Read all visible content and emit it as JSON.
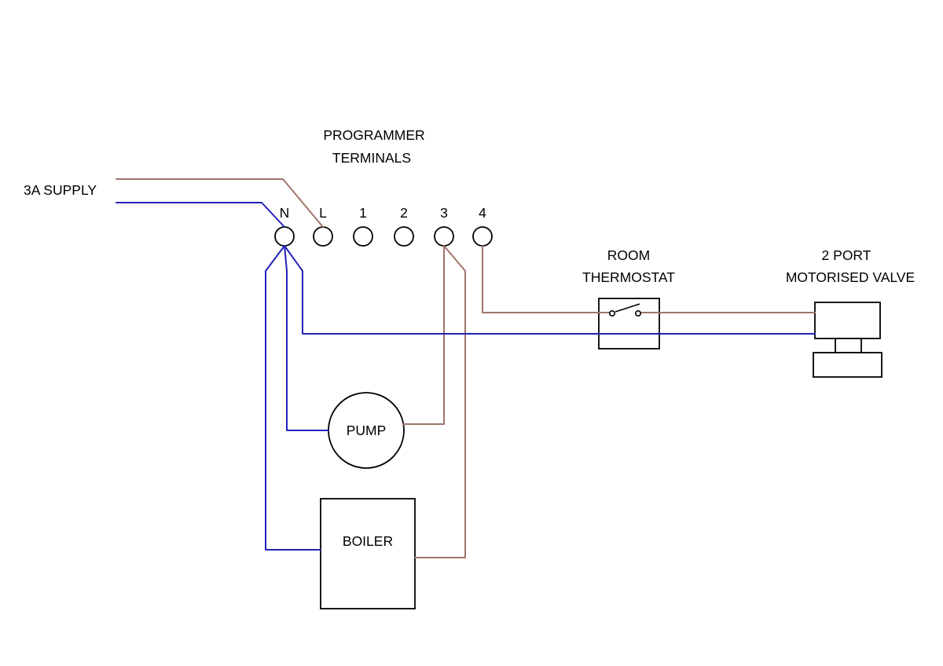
{
  "diagram": {
    "title_line1": "PROGRAMMER",
    "title_line2": "TERMINALS",
    "supply_label": "3A SUPPLY",
    "terminals": [
      "N",
      "L",
      "1",
      "2",
      "3",
      "4"
    ],
    "thermostat": {
      "label_line1": "ROOM",
      "label_line2": "THERMOSTAT"
    },
    "valve": {
      "label_line1": "2 PORT",
      "label_line2": "MOTORISED VALVE"
    },
    "pump_label": "PUMP",
    "boiler_label": "BOILER",
    "colors": {
      "live_wire": "#A0746A",
      "neutral_wire": "#2222BB",
      "outline": "#000000"
    }
  }
}
